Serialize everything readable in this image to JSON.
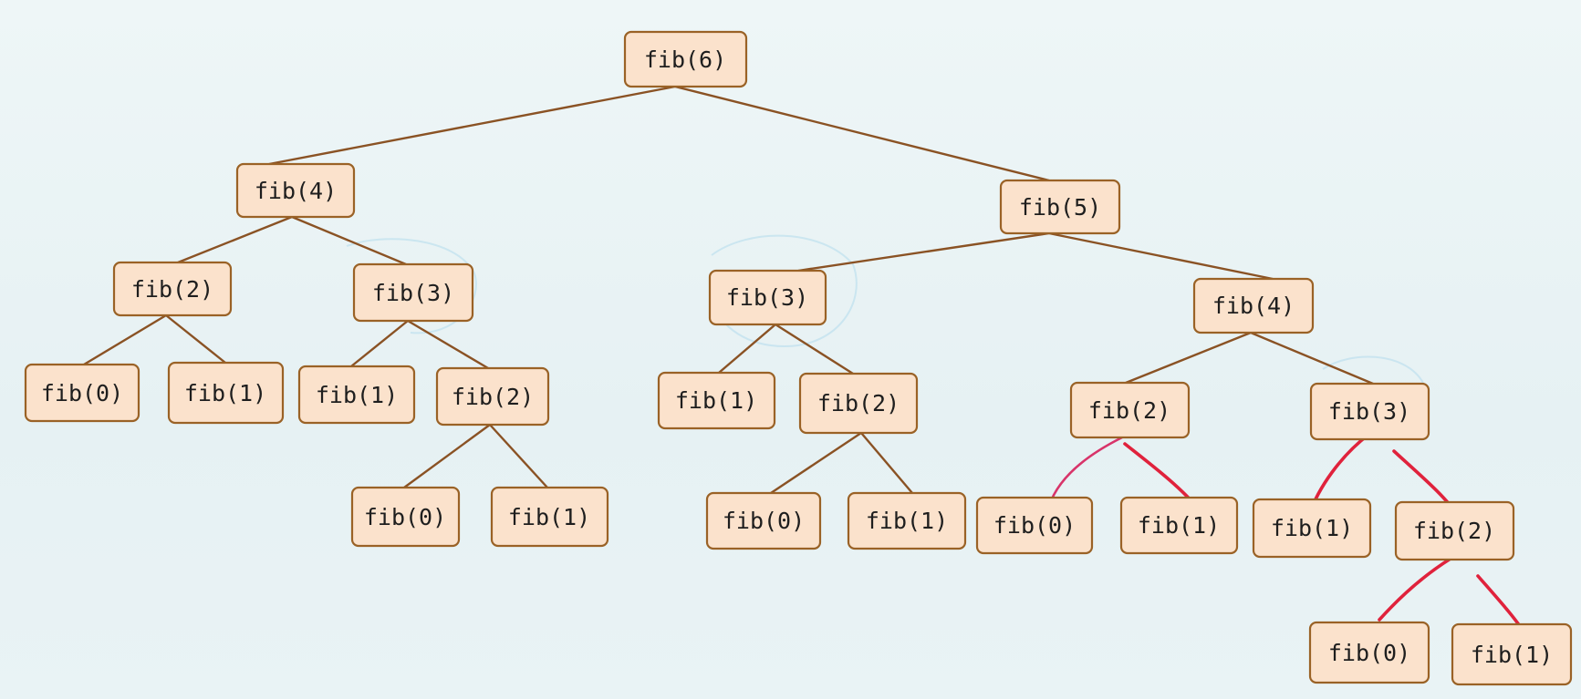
{
  "nodes": {
    "root": "fib(6)",
    "l": "fib(4)",
    "r": "fib(5)",
    "ll": "fib(2)",
    "lr": "fib(3)",
    "lll": "fib(0)",
    "llr": "fib(1)",
    "lrl": "fib(1)",
    "lrr": "fib(2)",
    "lrrl": "fib(0)",
    "lrrr": "fib(1)",
    "rl": "fib(3)",
    "rr": "fib(4)",
    "rll": "fib(1)",
    "rlr": "fib(2)",
    "rlrl": "fib(0)",
    "rlrr": "fib(1)",
    "rrl": "fib(2)",
    "rrr": "fib(3)",
    "rrll": "fib(0)",
    "rrlr": "fib(1)",
    "rrrl": "fib(1)",
    "rrrr": "fib(2)",
    "rrrrl": "fib(0)",
    "rrrrr": "fib(1)"
  },
  "colors": {
    "background": "#e9f3f4",
    "node_fill": "#fbe2cc",
    "node_border": "#9a6226",
    "edge": "#8a5224",
    "highlight_edge": "#e0223c"
  }
}
